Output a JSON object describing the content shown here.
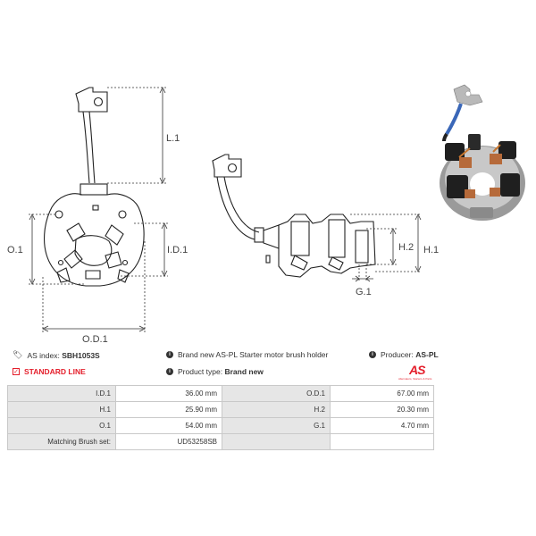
{
  "dimensions": {
    "l1": "L.1",
    "od1": "O.D.1",
    "o1": "O.1",
    "id1": "I.D.1",
    "h1": "H.1",
    "h2": "H.2",
    "g1": "G.1"
  },
  "info": {
    "as_index_label": "AS index:",
    "as_index_value": "SBH1053S",
    "description": "Brand new AS-PL Starter motor brush holder",
    "producer_label": "Producer:",
    "producer_value": "AS-PL",
    "standard_line": "STANDARD LINE",
    "product_type_label": "Product type:",
    "product_type_value": "Brand new"
  },
  "logo": {
    "mark": "AS",
    "tagline": "Alternators, Starters & Parts"
  },
  "specs": {
    "rows": [
      {
        "label1": "I.D.1",
        "value1": "36.00 mm",
        "label2": "O.D.1",
        "value2": "67.00 mm"
      },
      {
        "label1": "H.1",
        "value1": "25.90 mm",
        "label2": "H.2",
        "value2": "20.30 mm"
      },
      {
        "label1": "O.1",
        "value1": "54.00 mm",
        "label2": "G.1",
        "value2": "4.70 mm"
      },
      {
        "label1": "Matching Brush set:",
        "value1": "UD53258SB",
        "label2": "",
        "value2": ""
      }
    ]
  },
  "colors": {
    "accent_red": "#e41e2b",
    "label_cell_bg": "#e6e6e6",
    "border": "#c9c9c9"
  }
}
